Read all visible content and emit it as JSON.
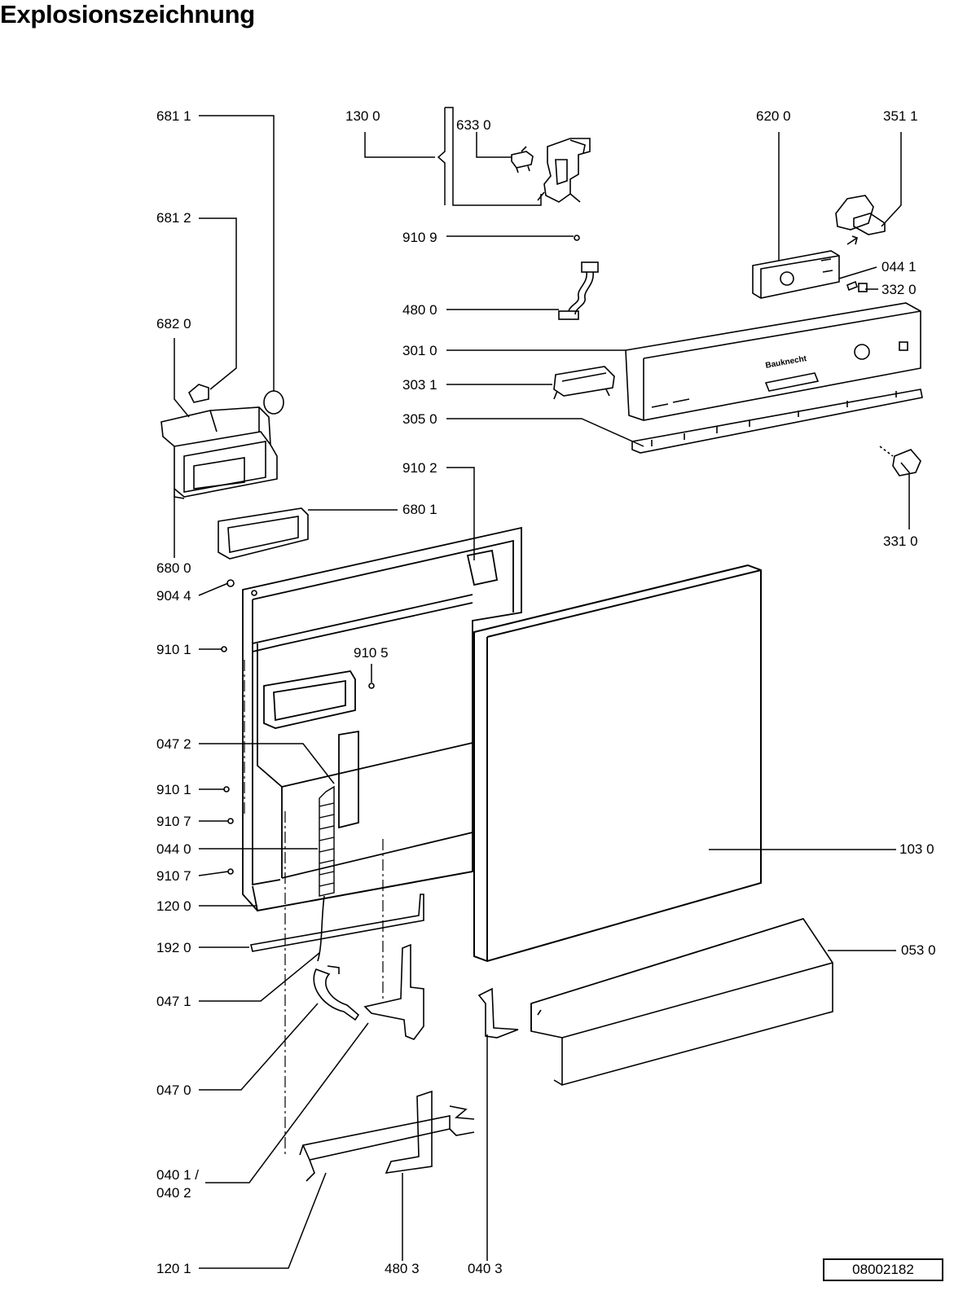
{
  "title": "Explosionszeichnung",
  "diagram_id": "08002182",
  "brand_logo": "Bauknecht",
  "labels": {
    "p6811": "681 1",
    "p6812": "681 2",
    "p6820": "682 0",
    "p6800": "680 0",
    "p6801": "680 1",
    "p1300": "130 0",
    "p6330": "633 0",
    "p9109": "910 9",
    "p4800": "480 0",
    "p3010": "301 0",
    "p3031": "303 1",
    "p3050": "305 0",
    "p9102": "910 2",
    "p6200": "620 0",
    "p3511": "351 1",
    "p0441": "044 1",
    "p3320": "332 0",
    "p3310": "331 0",
    "p9044": "904 4",
    "p9101a": "910 1",
    "p9105": "910 5",
    "p0472": "047 2",
    "p9101b": "910 1",
    "p9107a": "910 7",
    "p0440": "044 0",
    "p9107b": "910 7",
    "p1200": "120 0",
    "p1920": "192 0",
    "p0471": "047 1",
    "p0470": "047 0",
    "p0401": "040 1 /",
    "p0402": "040 2",
    "p1201": "120 1",
    "p4803": "480 3",
    "p0403": "040 3",
    "p1030": "103 0",
    "p0530": "053 0"
  }
}
